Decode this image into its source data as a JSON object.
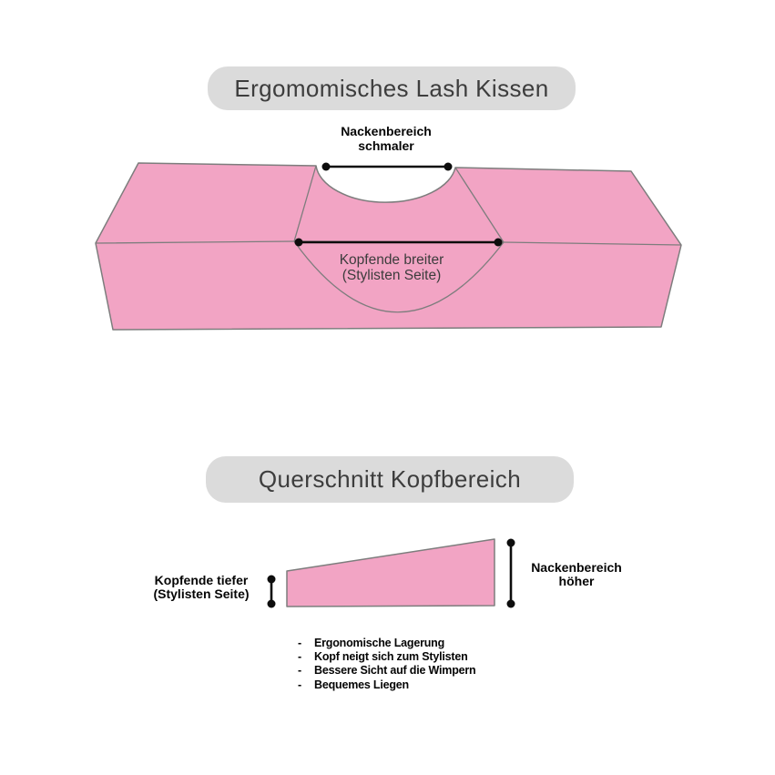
{
  "colors": {
    "pillow_pink": "#f2a4c4",
    "outline_gray": "#7d7d7d",
    "banner_bg": "#dbdbdb",
    "banner_text": "#3d3d3d",
    "measure_black": "#0d0d0d"
  },
  "top_diagram": {
    "banner": "Ergomomisches Lash Kissen",
    "neck_label": {
      "line1": "Nackenbereich",
      "line2": "schmaler"
    },
    "head_label": {
      "line1": "Kopfende breiter",
      "line2": "(Stylisten Seite)"
    }
  },
  "cross_section": {
    "banner": "Querschnitt Kopfbereich",
    "head_end_label": {
      "line1": "Kopfende tiefer",
      "line2": "(Stylisten Seite)"
    },
    "neck_label": {
      "line1": "Nackenbereich",
      "line2": "höher"
    },
    "bullet_marker": "-",
    "bullets": [
      "Ergonomische Lagerung",
      "Kopf neigt sich zum Stylisten",
      "Bessere Sicht auf die Wimpern",
      "Bequemes Liegen"
    ]
  }
}
